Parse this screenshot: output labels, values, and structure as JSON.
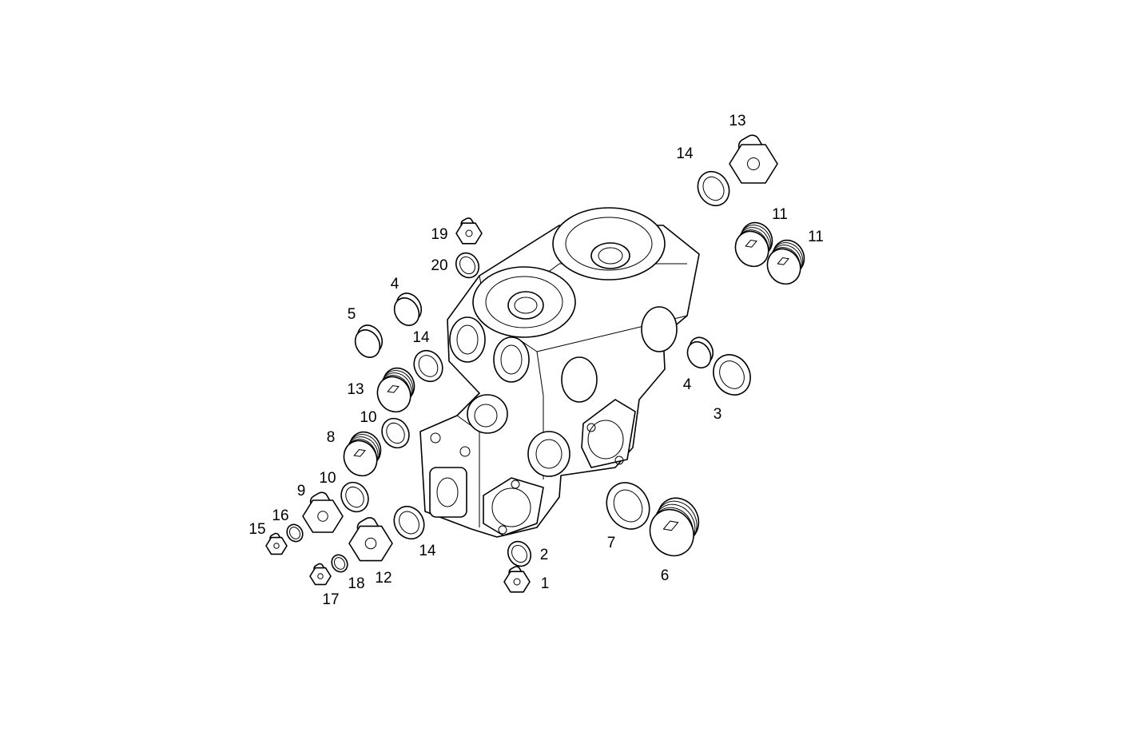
{
  "diagram": {
    "type": "exploded-parts-diagram",
    "callouts": [
      "13",
      "14",
      "11",
      "11",
      "19",
      "20",
      "4",
      "5",
      "14",
      "13",
      "4",
      "3",
      "10",
      "8",
      "10",
      "9",
      "16",
      "15",
      "2",
      "14",
      "7",
      "6",
      "12",
      "18",
      "1",
      "17"
    ]
  }
}
